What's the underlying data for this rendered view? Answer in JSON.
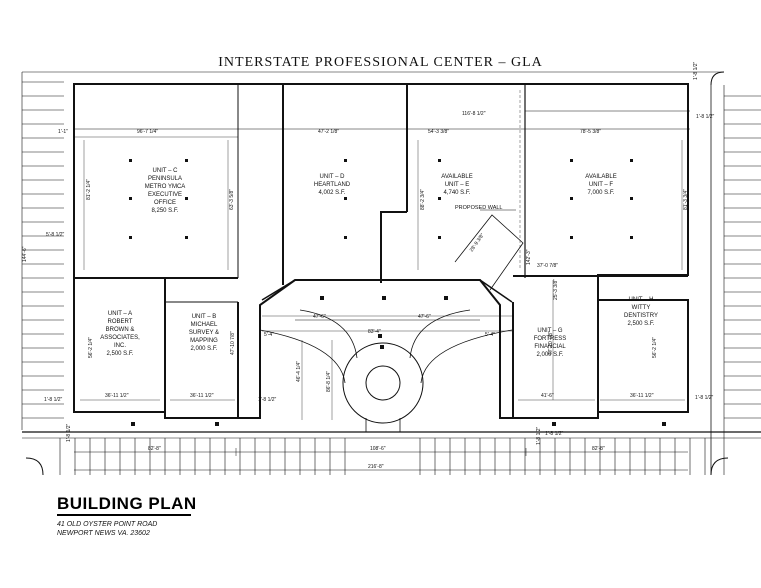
{
  "title": "INTERSTATE PROFESSIONAL CENTER – GLA",
  "footer": {
    "heading": "BUILDING PLAN",
    "address_line1": "41 OLD OYSTER POINT ROAD",
    "address_line2": "NEWPORT NEWS VA. 23602"
  },
  "units": [
    {
      "id": "unit-c",
      "lines": [
        "UNIT – C",
        "PENINSULA",
        "METRO YMCA",
        "EXECUTIVE",
        "OFFICE",
        "8,250 S.F."
      ]
    },
    {
      "id": "unit-d",
      "lines": [
        "UNIT – D",
        "HEARTLAND",
        "4,002 S.F."
      ]
    },
    {
      "id": "unit-e",
      "lines": [
        "AVAILABLE",
        "UNIT – E",
        "4,740 S.F."
      ]
    },
    {
      "id": "unit-f",
      "lines": [
        "AVAILABLE",
        "UNIT – F",
        "7,000 S.F."
      ]
    },
    {
      "id": "unit-a",
      "lines": [
        "UNIT – A",
        "ROBERT",
        "BROWN &",
        "ASSOCIATES,",
        "INC.",
        "2,500 S.F."
      ]
    },
    {
      "id": "unit-b",
      "lines": [
        "UNIT – B",
        "MICHAEL",
        "SURVEY &",
        "MAPPING",
        "2,000 S.F."
      ]
    },
    {
      "id": "unit-g",
      "lines": [
        "UNIT – G",
        "FORTRESS",
        "FINANCIAL",
        "2,000 S.F."
      ]
    },
    {
      "id": "unit-h",
      "lines": [
        "UNIT – H",
        "WITTY",
        "DENTISTRY",
        "2,500 S.F."
      ]
    }
  ],
  "proposed_wall_label": "PROPOSED WALL",
  "dimensions": [
    {
      "id": "dim-unit-c-width",
      "text": "96'-7 1/4\""
    },
    {
      "id": "dim-unit-d-width",
      "text": "47'-2 1/8\""
    },
    {
      "id": "dim-unit-e-width",
      "text": "54'-3 3/8\""
    },
    {
      "id": "dim-unit-f-width",
      "text": "78'-5 3/8\""
    },
    {
      "id": "dim-top-right",
      "text": "116'-8 1/2\""
    },
    {
      "id": "dim-top-left",
      "text": "1'-1\""
    },
    {
      "id": "dim-top-right-offset",
      "text": "1'-8 1/2\""
    },
    {
      "id": "dim-right-offset-1",
      "text": "1'-8 1/2\""
    },
    {
      "id": "dim-unit-c-depth",
      "text": "81'-2 1/4\""
    },
    {
      "id": "dim-unit-c-interior",
      "text": "63'-3 5/8\""
    },
    {
      "id": "dim-unit-e-depth",
      "text": "88'-2 3/4\""
    },
    {
      "id": "dim-unit-f-depth",
      "text": "81'-3 3/4\""
    },
    {
      "id": "dim-proposed-wall",
      "text": "28'-9 3/8\""
    },
    {
      "id": "dim-left-offset",
      "text": "5'-8 1/2\""
    },
    {
      "id": "dim-overall-depth",
      "text": "144'-6\""
    },
    {
      "id": "dim-center-depth",
      "text": "142'-3\""
    },
    {
      "id": "dim-unit-g-top",
      "text": "37'-0 7/8\""
    },
    {
      "id": "dim-unit-g-side",
      "text": "25'-3 3/8\""
    },
    {
      "id": "dim-lobby-left",
      "text": "47'-6\""
    },
    {
      "id": "dim-lobby-right",
      "text": "47'-6\""
    },
    {
      "id": "dim-lobby-center",
      "text": "83'-4\""
    },
    {
      "id": "dim-left-small",
      "text": "5'-4\""
    },
    {
      "id": "dim-right-small",
      "text": "5'-4\""
    },
    {
      "id": "dim-unit-a-depth",
      "text": "56'-2 1/4\""
    },
    {
      "id": "dim-unit-b-depth",
      "text": "47'-10 7/8\""
    },
    {
      "id": "dim-center-vertical-1",
      "text": "46'-4 1/4\""
    },
    {
      "id": "dim-center-vertical-2",
      "text": "86'-8 1/4\""
    },
    {
      "id": "dim-unit-g-depth",
      "text": "47'-10 7/8\""
    },
    {
      "id": "dim-unit-h-depth",
      "text": "56'-2 1/4\""
    },
    {
      "id": "dim-unit-a-width",
      "text": "36'-11 1/2\""
    },
    {
      "id": "dim-unit-b-width",
      "text": "36'-11 1/2\""
    },
    {
      "id": "dim-unit-g-width",
      "text": "41'-6\""
    },
    {
      "id": "dim-unit-h-width",
      "text": "36'-11 1/2\""
    },
    {
      "id": "dim-left-bottom-offset",
      "text": "1'-8 1/2\""
    },
    {
      "id": "dim-bottom-offset-2",
      "text": "1'-8 1/2\""
    },
    {
      "id": "dim-right-bottom-offset",
      "text": "1'-8 1/2\""
    },
    {
      "id": "dim-left-base",
      "text": "1'-8 1/2\""
    },
    {
      "id": "dim-right-base",
      "text": "1'-8 1/2\""
    },
    {
      "id": "dim-right-base-2",
      "text": "1'-8 1/2\""
    },
    {
      "id": "dim-bottom-left",
      "text": "82'-8\""
    },
    {
      "id": "dim-bottom-center",
      "text": "108'-6\""
    },
    {
      "id": "dim-bottom-right",
      "text": "82'-8\""
    },
    {
      "id": "dim-bottom-overall",
      "text": "216'-8\""
    }
  ]
}
